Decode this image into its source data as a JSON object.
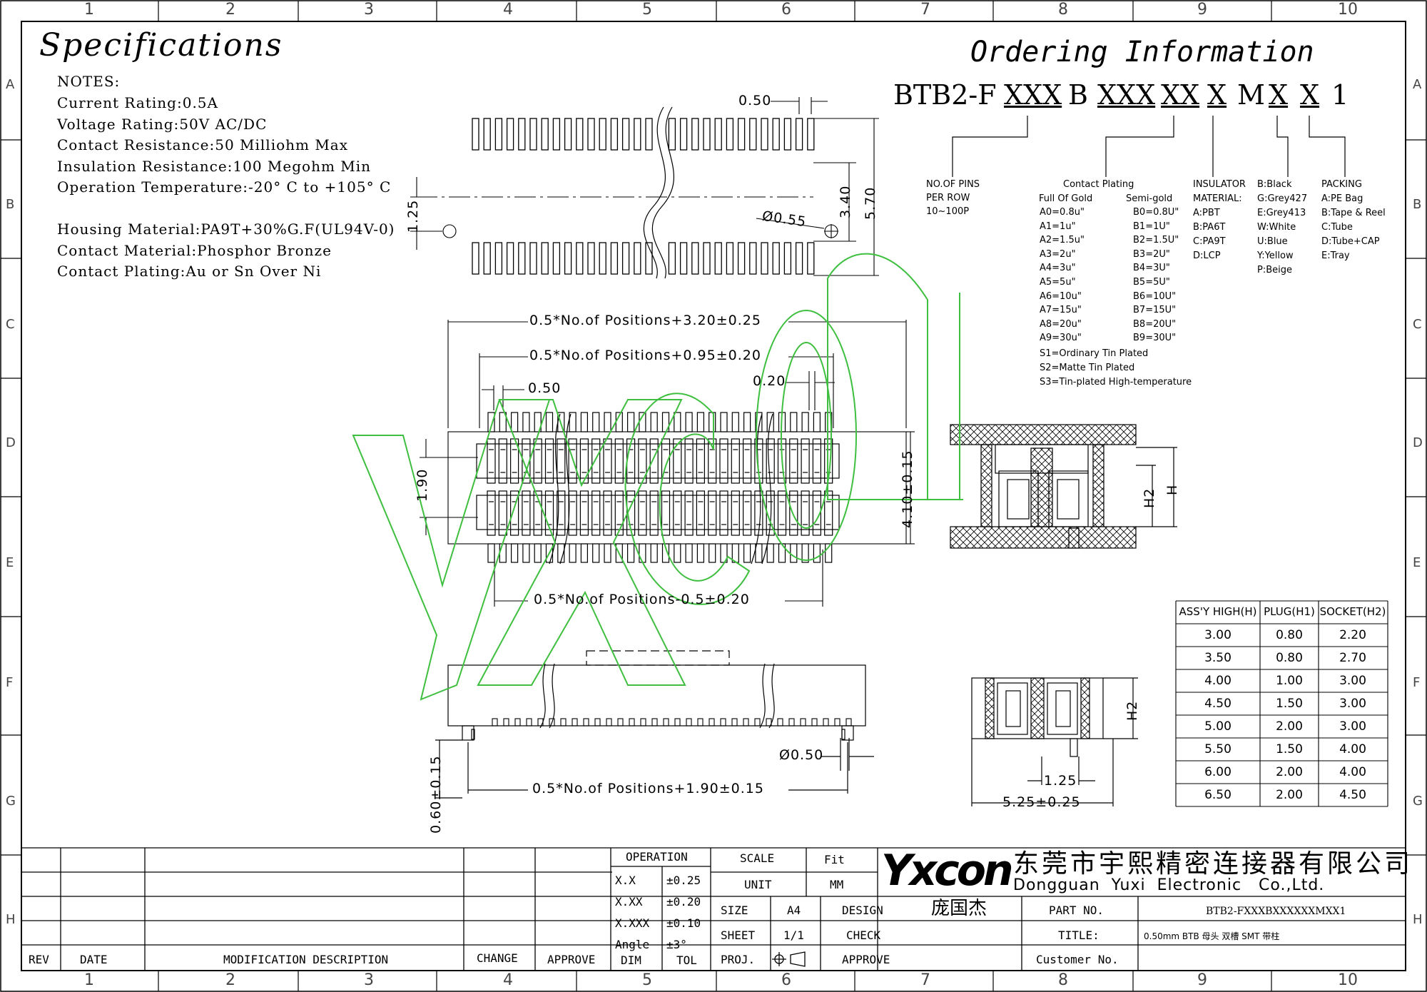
{
  "frame": {
    "columns": [
      "1",
      "2",
      "3",
      "4",
      "5",
      "6",
      "7",
      "8",
      "9",
      "10"
    ],
    "rows": [
      "A",
      "B",
      "C",
      "D",
      "E",
      "F",
      "G",
      "H"
    ]
  },
  "specifications": {
    "title": "Specifications",
    "notes_label": "NOTES:",
    "lines": [
      "Current Rating:0.5A",
      "Voltage Rating:50V AC/DC",
      "Contact Resistance:50 Milliohm Max",
      "Insulation Resistance:100 Megohm Min",
      "Operation Temperature:-20° C to +105° C",
      "",
      "Housing Material:PA9T+30%G.F(UL94V-0)",
      "Contact Material:Phosphor Bronze",
      "Contact Plating:Au or Sn Over Ni"
    ]
  },
  "ordering": {
    "title": "Ordering Information",
    "code_parts": [
      "BTB2-F",
      "XXX",
      "B",
      "XXX",
      "XX",
      "X",
      "M",
      "X",
      "X",
      "1"
    ],
    "pins": [
      "NO.OF PINS",
      "PER ROW",
      "10~100P"
    ],
    "plating_title": "Contact Plating",
    "plating_full_header": "Full Of Gold",
    "plating_semi_header": "Semi-gold",
    "plating_full": [
      "A0=0.8u\"",
      "A1=1u\"",
      "A2=1.5u\"",
      "A3=2u\"",
      "A4=3u\"",
      "A5=5u\"",
      "A6=10u\"",
      "A7=15u\"",
      "A8=20u\"",
      "A9=30u\""
    ],
    "plating_semi": [
      "B0=0.8U\"",
      "B1=1U\"",
      "B2=1.5U\"",
      "B3=2U\"",
      "B4=3U\"",
      "B5=5U\"",
      "B6=10U\"",
      "B7=15U\"",
      "B8=20U\"",
      "B9=30U\""
    ],
    "tin": [
      "S1=Ordinary Tin Plated",
      "S2=Matte Tin Plated",
      "S3=Tin-plated High-temperature"
    ],
    "insulator": [
      "INSULATOR",
      "MATERIAL:",
      "A:PBT",
      "B:PA6T",
      "C:PA9T",
      "D:LCP"
    ],
    "colors": [
      "B:Black",
      "G:Grey427",
      "E:Grey413",
      "W:White",
      "U:Blue",
      "Y:Yellow",
      "P:Beige"
    ],
    "packing": [
      "PACKING",
      "A:PE Bag",
      "B:Tape & Reel",
      "C:Tube",
      "D:Tube+CAP",
      "E:Tray"
    ]
  },
  "dimensions": {
    "pitch": "0.50",
    "pad_h": "1.25",
    "hole": "Ø0.55",
    "d340": "3.40",
    "d570": "5.70",
    "len_a": "0.5*No.of Positions+3.20±0.25",
    "len_b": "0.5*No.of Positions+0.95±0.20",
    "pitch2": "0.50",
    "d020": "0.20",
    "d190": "1.90",
    "d410": "4.10±0.15",
    "len_c": "0.5*No.of Positions-0.5±0.20",
    "peg": "Ø0.50",
    "d060": "0.60±0.15",
    "len_d": "0.5*No.of Positions+1.90±0.15",
    "h": "H",
    "h2": "H2",
    "h2b": "H2",
    "d125": "1.25",
    "d525": "5.25±0.25"
  },
  "height_table": {
    "headers": [
      "ASS'Y HIGH(H)",
      "PLUG(H1)",
      "SOCKET(H2)"
    ],
    "rows": [
      [
        "3.00",
        "0.80",
        "2.20"
      ],
      [
        "3.50",
        "0.80",
        "2.70"
      ],
      [
        "4.00",
        "1.00",
        "3.00"
      ],
      [
        "4.50",
        "1.50",
        "3.00"
      ],
      [
        "5.00",
        "2.00",
        "3.00"
      ],
      [
        "5.50",
        "1.50",
        "4.00"
      ],
      [
        "6.00",
        "2.00",
        "4.00"
      ],
      [
        "6.50",
        "2.00",
        "4.50"
      ]
    ]
  },
  "watermark": "yxcon",
  "title_block": {
    "rev": "REV",
    "date": "DATE",
    "mod": "MODIFICATION DESCRIPTION",
    "change": "CHANGE",
    "approve": "APPROVE",
    "operation": "OPERATION",
    "tol_rows": [
      [
        "X.X",
        "±0.25"
      ],
      [
        "X.XX",
        "±0.20"
      ],
      [
        "X.XXX",
        "±0.10"
      ],
      [
        "Angle",
        "±3°"
      ]
    ],
    "dim": "DIM",
    "tol": "TOL",
    "scale": "SCALE",
    "scale_val": "Fit",
    "unit": "UNIT",
    "unit_val": "MM",
    "size": "SIZE",
    "size_val": "A4",
    "sheet": "SHEET",
    "sheet_val": "1/1",
    "proj": "PROJ.",
    "design": "DESIGN",
    "designer": "庞国杰",
    "check": "CHECK",
    "approve2": "APPROVE",
    "logo": "Yxcon",
    "company_cn": "东莞市宇熙精密连接器有限公司",
    "company_en": "Dongguan  Yuxi  Electronic   Co.,Ltd.",
    "part_no_label": "PART NO.",
    "part_no": "BTB2-FXXXBXXXXXXMXX1",
    "title_label": "TITLE:",
    "title_val": "0.50mm BTB 母头 双槽 SMT 带柱",
    "customer_label": "Customer No."
  },
  "colors": {
    "watermark": "#3fbf3f",
    "ink": "#000000",
    "grid": "#555555"
  }
}
